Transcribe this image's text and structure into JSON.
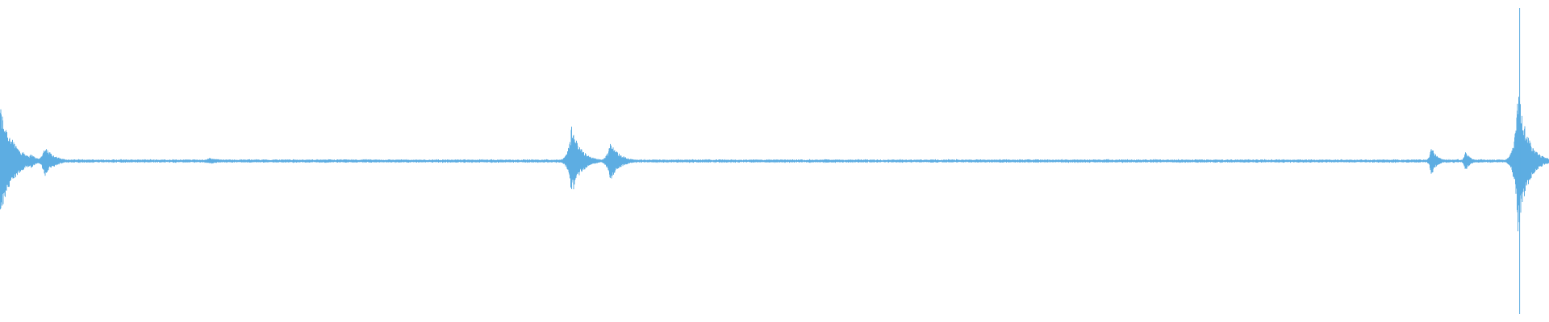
{
  "waveform": {
    "color": "#5dade2",
    "background": "#ffffff",
    "baseline_level": 0.006,
    "noise_level": 0.006,
    "bursts": [
      {
        "t": 0.0,
        "a": 0.38,
        "w": 0.008
      },
      {
        "t": 0.02,
        "a": 0.05,
        "w": 0.004
      },
      {
        "t": 0.029,
        "a": 0.1,
        "w": 0.006
      },
      {
        "t": 0.135,
        "a": 0.02,
        "w": 0.01
      },
      {
        "t": 0.369,
        "a": 0.23,
        "w": 0.006
      },
      {
        "t": 0.394,
        "a": 0.13,
        "w": 0.006
      },
      {
        "t": 0.924,
        "a": 0.1,
        "w": 0.0035
      },
      {
        "t": 0.946,
        "a": 0.07,
        "w": 0.003
      },
      {
        "t": 0.98,
        "a": 0.48,
        "w": 0.006
      },
      {
        "t": 0.993,
        "a": 0.03,
        "w": 0.004
      }
    ]
  }
}
